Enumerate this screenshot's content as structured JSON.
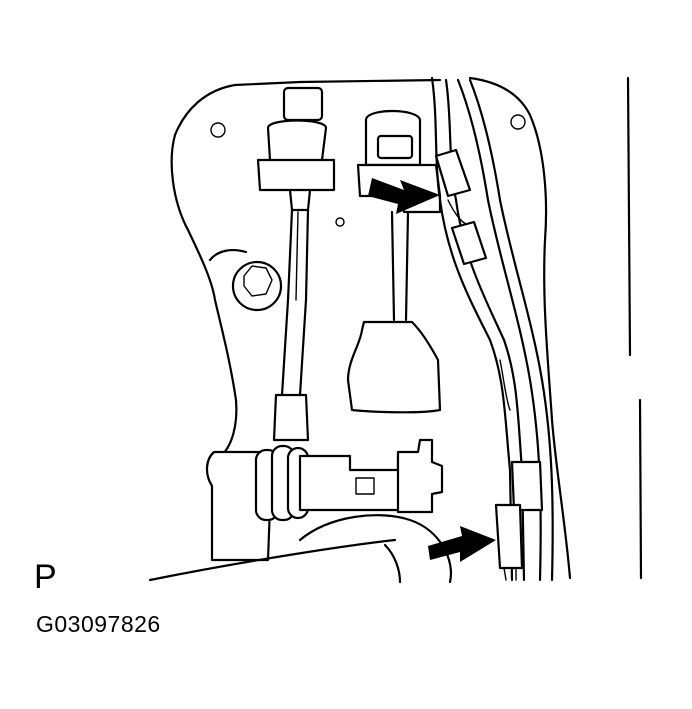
{
  "view_label": "P",
  "figure_id": "G03097826",
  "colors": {
    "line": "#000000",
    "background": "#ffffff"
  },
  "callouts": [
    {
      "name": "arrow-upper",
      "icon": "arrow-right-icon"
    },
    {
      "name": "arrow-lower",
      "icon": "arrow-right-icon"
    }
  ]
}
